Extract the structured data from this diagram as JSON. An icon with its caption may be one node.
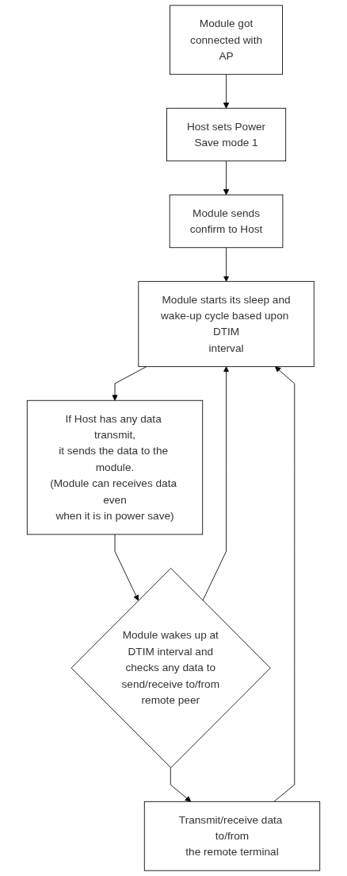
{
  "diagram": {
    "nodes": [
      {
        "text": [
          "Module got connected with AP"
        ]
      },
      {
        "text": [
          "Host sets Power Save mode 1"
        ]
      },
      {
        "text": [
          "Module sends confirm to Host"
        ]
      },
      {
        "text": [
          "Module starts its sleep and wake-up cycle based upon DTIM interval"
        ]
      },
      {
        "text": [
          "If Host has any data transmit, it sends the data to the module. (Module can receives data even when it is in power save)"
        ]
      },
      {
        "text": [
          "Module wakes up at DTIM interval and checks any data to send/receive to/from remote peer"
        ]
      },
      {
        "text": [
          "Transmit/receive data to/from the remote terminal"
        ]
      }
    ],
    "edges": [
      {
        "from": 0,
        "to": 1,
        "arrow": "to"
      },
      {
        "from": 1,
        "to": 2,
        "arrow": "to"
      },
      {
        "from": 2,
        "to": 3,
        "arrow": "to"
      },
      {
        "from": 3,
        "to": 4,
        "arrow": "to"
      },
      {
        "from": 4,
        "to": 5,
        "arrow": "to"
      },
      {
        "from": 5,
        "to": 3,
        "arrow": "to"
      },
      {
        "from": 5,
        "to": 6,
        "arrow": "to"
      },
      {
        "from": 6,
        "to": 3,
        "arrow": "to"
      }
    ]
  }
}
